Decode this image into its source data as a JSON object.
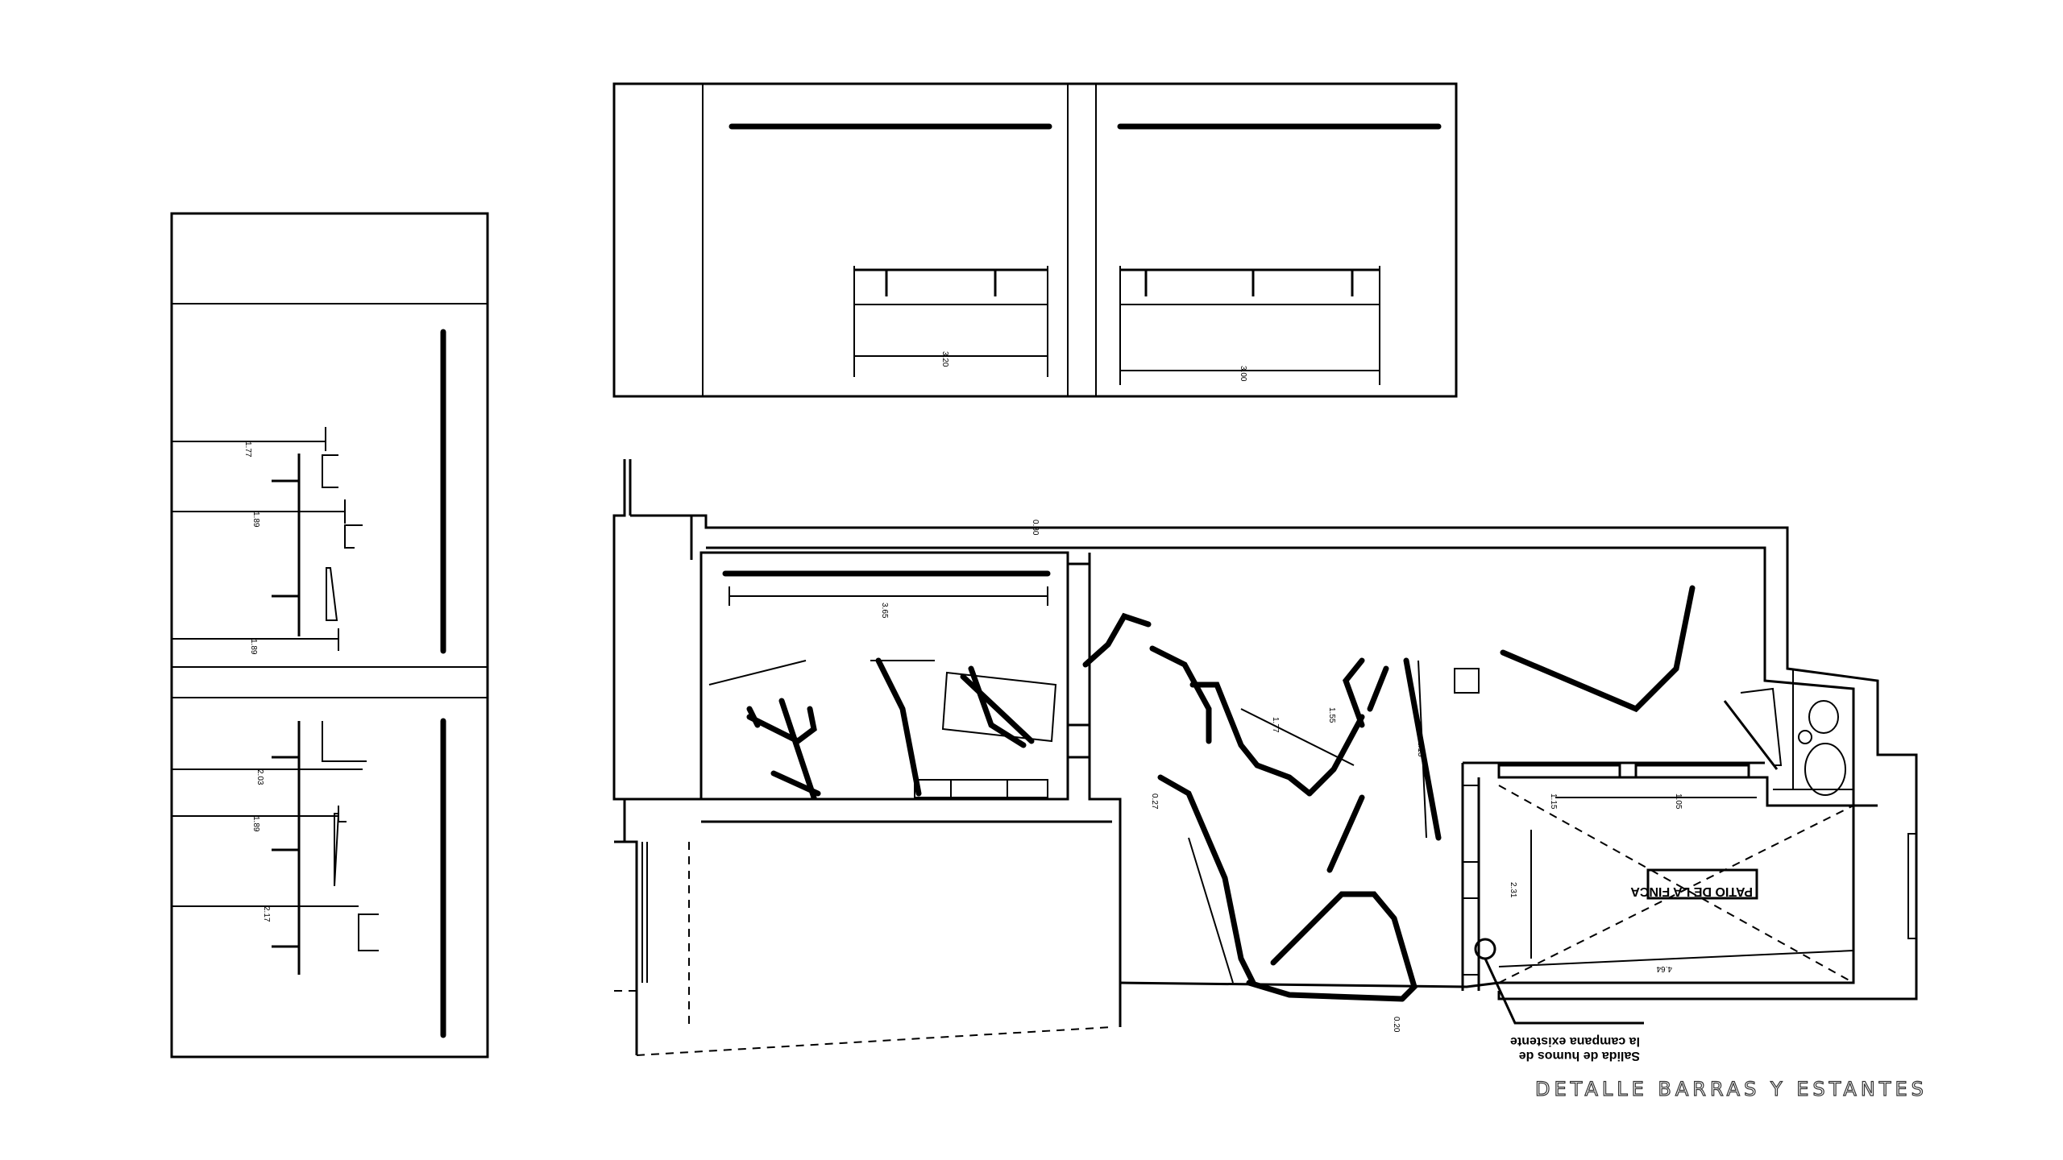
{
  "sheet_title": "DETALLE BARRAS Y ESTANTES",
  "labels": {
    "patio": "PATIO DE LA FINCA",
    "smoke_line1": "Salida de humos de",
    "smoke_line2": "la campana existente"
  },
  "dimensions": {
    "top_left_total": "3.20",
    "top_right_total": "3.00",
    "plan_upper_shelf": "3.65",
    "plan_top": "0.30",
    "patio_a": "1.15",
    "patio_b": "1.05",
    "patio_h": "2.31",
    "patio_w": "4.64",
    "plan_a": "1.77",
    "plan_b": "1.55",
    "plan_c": "2.13",
    "plan_d": "0.27",
    "plan_e": "0.20",
    "elev1": "1.77",
    "elev2": "1.89",
    "elev3": "1.89",
    "elev4": "2.03",
    "elev5": "1.89",
    "elev6": "2.17"
  }
}
